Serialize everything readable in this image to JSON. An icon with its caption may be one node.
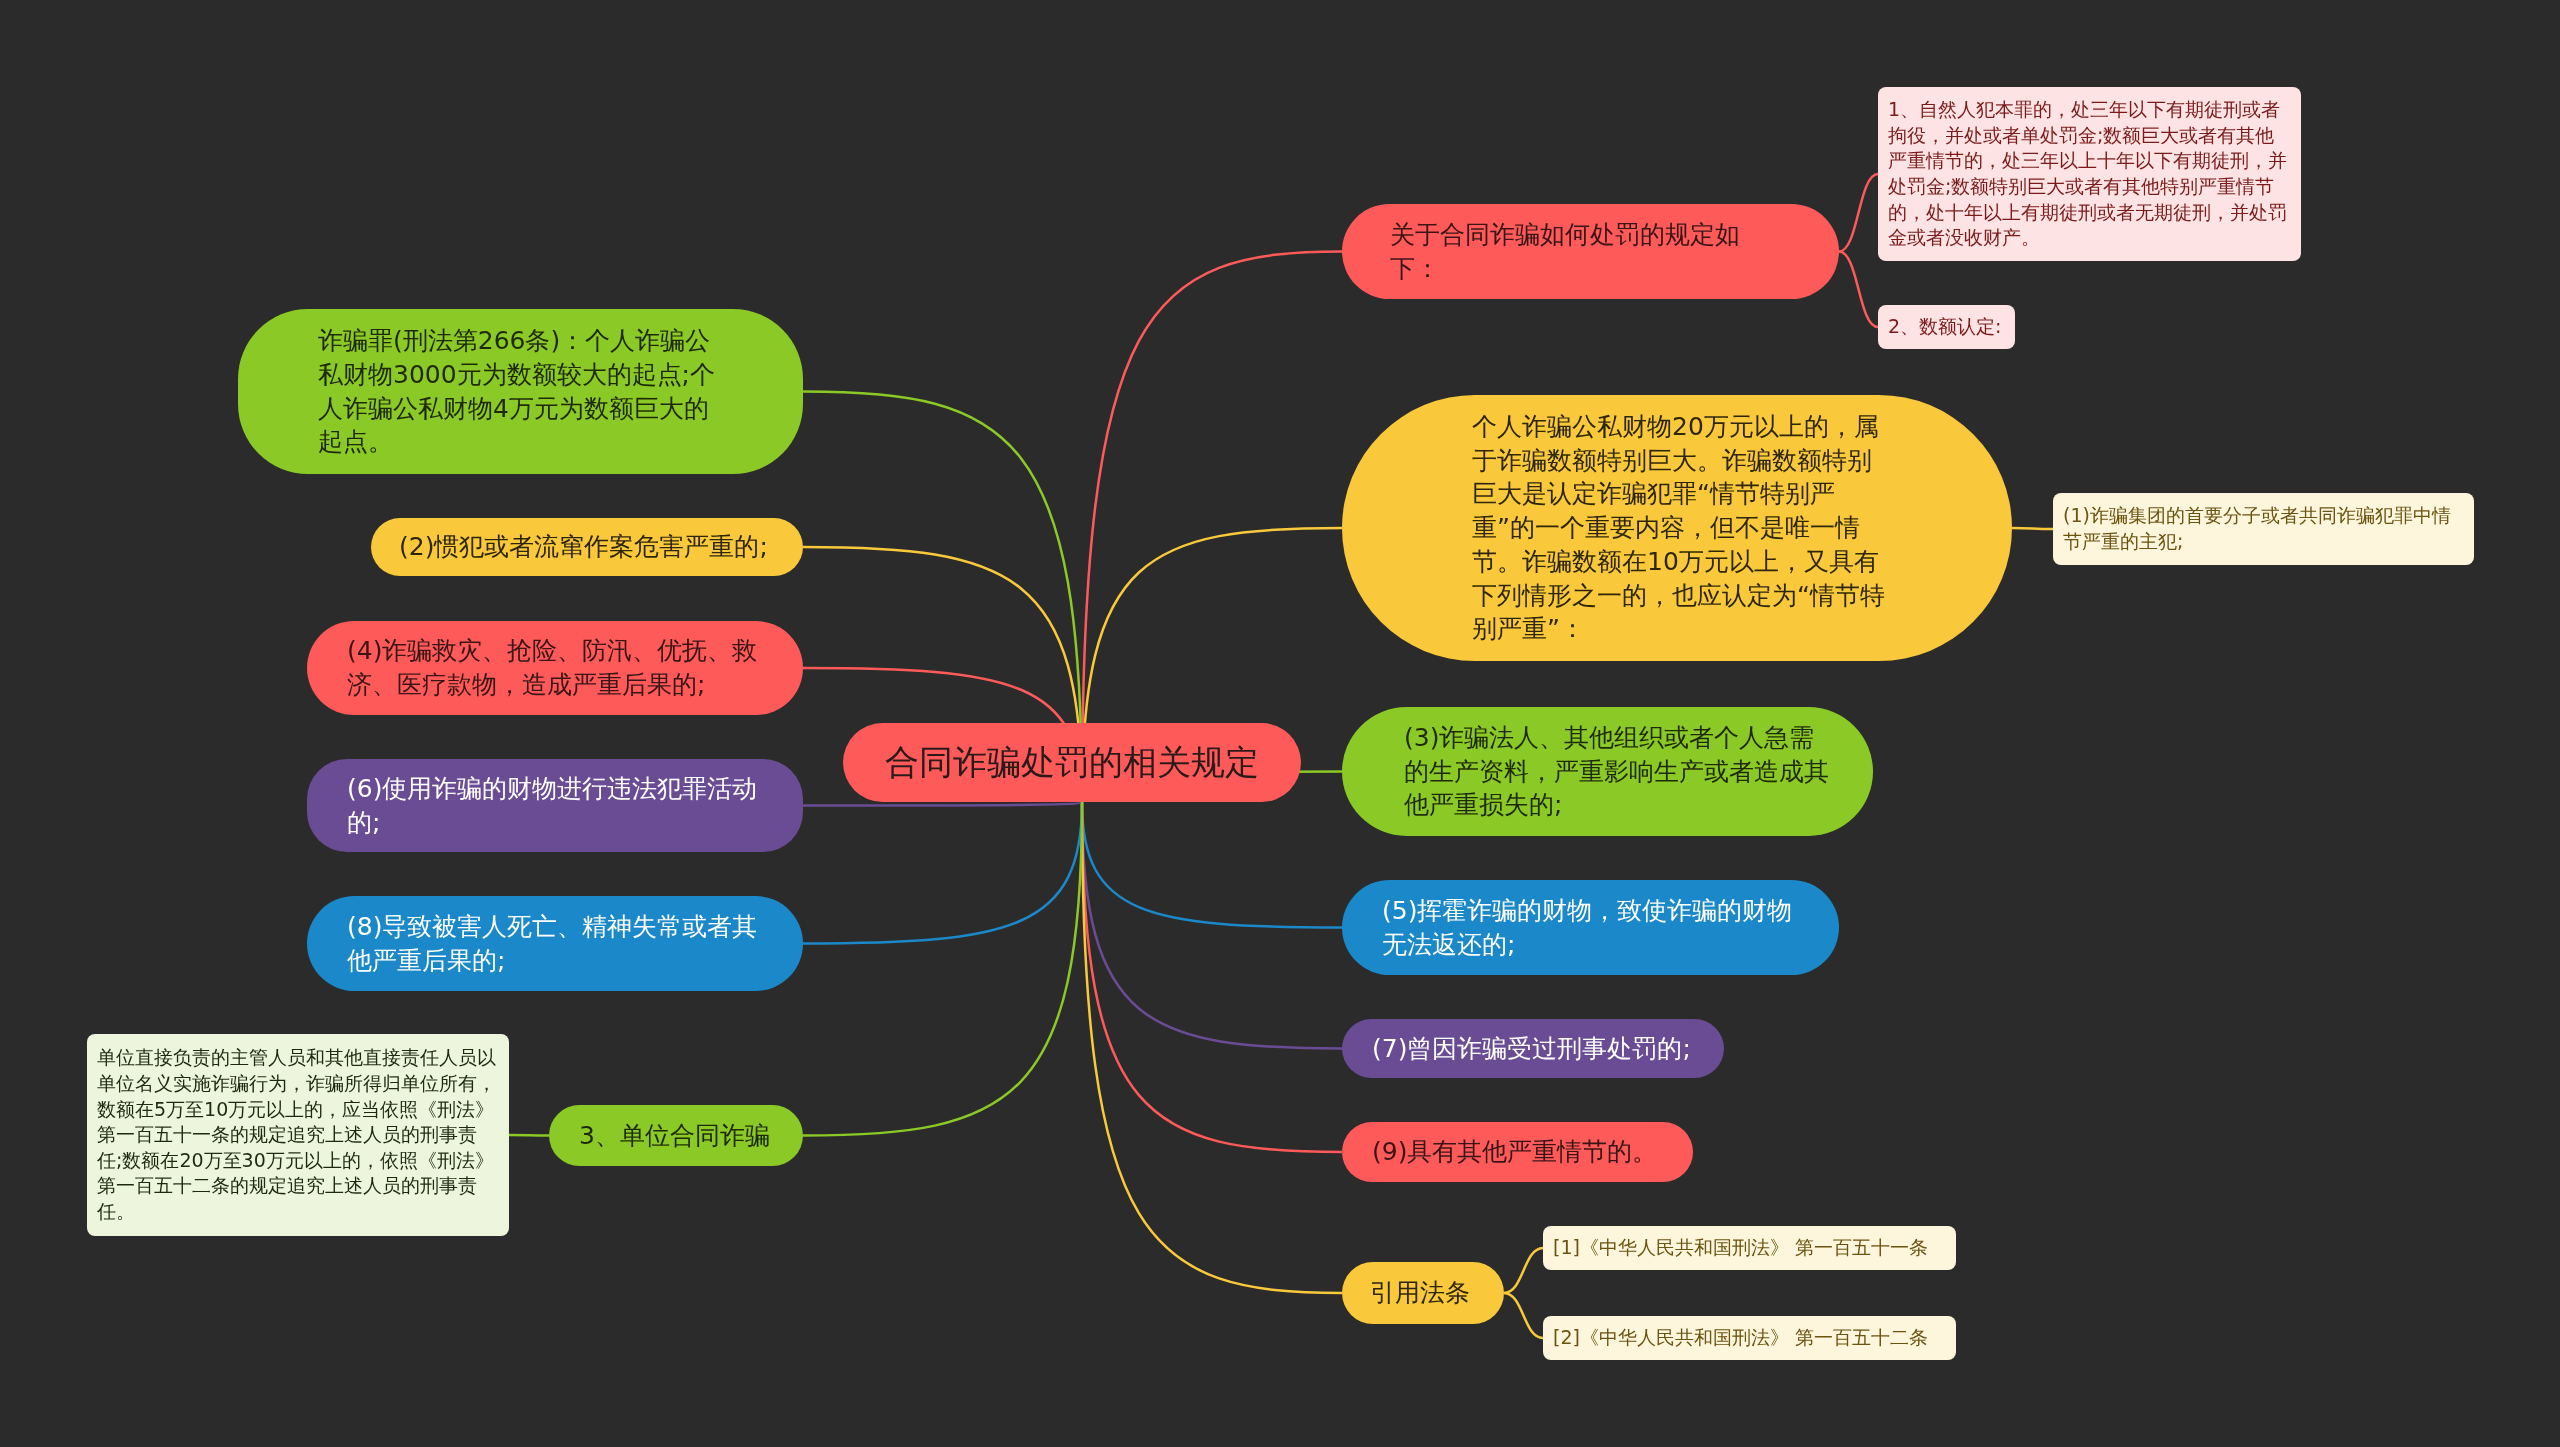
{
  "diagram": {
    "nodes": [
      {
        "text": [
          "合同诈骗处罚的相关规定"
        ]
      },
      {
        "text": [
          "关于合同诈骗如何处罚的规定如下："
        ]
      },
      {
        "text": [
          "1、自然人犯本罪的，处三年以下有期徒刑或者拘役，并处或者单处罚金;数额巨大或者有其他严重情节的，处三年以上十年以下有期徒刑，并处罚金;数额特别巨大或者有其他特别严重情节的，处十年以上有期徒刑或者无期徒刑，并处罚金或者没收财产。"
        ]
      },
      {
        "text": [
          "2、数额认定:"
        ]
      },
      {
        "text": [
          "个人诈骗公私财物20万元以上的，属于诈骗数额特别巨大。诈骗数额特别巨大是认定诈骗犯罪“情节特别严重”的一个重要内容，但不是唯一情节。诈骗数额在10万元以上，又具有下列情形之一的，也应认定为“情节特别严重”："
        ]
      },
      {
        "text": [
          "(1)诈骗集团的首要分子或者共同诈骗犯罪中情节严重的主犯;"
        ]
      },
      {
        "text": [
          "(3)诈骗法人、其他组织或者个人急需的生产资料，严重影响生产或者造成其他严重损失的;"
        ]
      },
      {
        "text": [
          "(5)挥霍诈骗的财物，致使诈骗的财物无法返还的;"
        ]
      },
      {
        "text": [
          "(7)曾因诈骗受过刑事处罚的;"
        ]
      },
      {
        "text": [
          "(9)具有其他严重情节的。"
        ]
      },
      {
        "text": [
          "引用法条"
        ]
      },
      {
        "text": [
          "[1]《中华人民共和国刑法》 第一百五十一条"
        ]
      },
      {
        "text": [
          "[2]《中华人民共和国刑法》 第一百五十二条"
        ]
      },
      {
        "text": [
          "诈骗罪(刑法第266条)：个人诈骗公私财物3000元为数额较大的起点;个人诈骗公私财物4万元为数额巨大的起点。"
        ]
      },
      {
        "text": [
          "(2)惯犯或者流窜作案危害严重的;"
        ]
      },
      {
        "text": [
          "(4)诈骗救灾、抢险、防汛、优抚、救济、医疗款物，造成严重后果的;"
        ]
      },
      {
        "text": [
          "(6)使用诈骗的财物进行违法犯罪活动的;"
        ]
      },
      {
        "text": [
          "(8)导致被害人死亡、精神失常或者其他严重后果的;"
        ]
      },
      {
        "text": [
          "3、单位合同诈骗"
        ]
      },
      {
        "text": [
          "单位直接负责的主管人员和其他直接责任人员以单位名义实施诈骗行为，诈骗所得归单位所有，数额在5万至10万元以上的，应当依照《刑法》第一百五十一条的规定追究上述人员的刑事责任;数额在20万至30万元以上的，依照《刑法》第一百五十二条的规定追究上述人员的刑事责任。"
        ]
      }
    ],
    "edges": [
      {
        "from": 0,
        "to": 1,
        "arrow": "none",
        "color": "#ff5a5a"
      },
      {
        "from": 1,
        "to": 2,
        "arrow": "none",
        "color": "#ff5a5a"
      },
      {
        "from": 1,
        "to": 3,
        "arrow": "none",
        "color": "#ff5a5a"
      },
      {
        "from": 0,
        "to": 4,
        "arrow": "none",
        "color": "#f9c93b"
      },
      {
        "from": 4,
        "to": 5,
        "arrow": "none",
        "color": "#f9c93b"
      },
      {
        "from": 0,
        "to": 6,
        "arrow": "none",
        "color": "#8bc926"
      },
      {
        "from": 0,
        "to": 7,
        "arrow": "none",
        "color": "#1a88c9"
      },
      {
        "from": 0,
        "to": 8,
        "arrow": "none",
        "color": "#6a4c94"
      },
      {
        "from": 0,
        "to": 9,
        "arrow": "none",
        "color": "#ff5a5a"
      },
      {
        "from": 0,
        "to": 10,
        "arrow": "none",
        "color": "#f9c93b"
      },
      {
        "from": 10,
        "to": 11,
        "arrow": "none",
        "color": "#f9c93b"
      },
      {
        "from": 10,
        "to": 12,
        "arrow": "none",
        "color": "#f9c93b"
      },
      {
        "from": 0,
        "to": 13,
        "arrow": "none",
        "color": "#8bc926"
      },
      {
        "from": 0,
        "to": 14,
        "arrow": "none",
        "color": "#f9c93b"
      },
      {
        "from": 0,
        "to": 15,
        "arrow": "none",
        "color": "#ff5a5a"
      },
      {
        "from": 0,
        "to": 16,
        "arrow": "none",
        "color": "#6a4c94"
      },
      {
        "from": 0,
        "to": 17,
        "arrow": "none",
        "color": "#1a88c9"
      },
      {
        "from": 0,
        "to": 18,
        "arrow": "none",
        "color": "#8bc926"
      },
      {
        "from": 18,
        "to": 19,
        "arrow": "none",
        "color": "#8bc926"
      }
    ]
  }
}
